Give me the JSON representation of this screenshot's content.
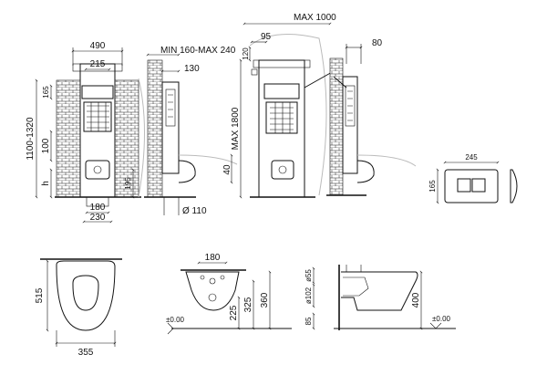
{
  "elevation_1": {
    "width_total": "490",
    "width_inner": "215",
    "height_range": "1100-1320",
    "h1": "165",
    "h2": "100",
    "h3": "h",
    "w_bottom1": "180",
    "w_bottom2": "230"
  },
  "section_1": {
    "depth_range": "MIN 160-MAX 240",
    "depth2": "130",
    "depth3": "40",
    "height": "195",
    "pipe": "Ø 110"
  },
  "elevation_2": {
    "max_width": "MAX 1000",
    "w1": "95",
    "w2": "120",
    "max_height": "MAX 1800"
  },
  "section_2": {
    "depth": "80"
  },
  "flush_plate": {
    "width": "245",
    "height": "165"
  },
  "bowl_plan": {
    "length": "515",
    "width": "355"
  },
  "bowl_front": {
    "width": "180",
    "h1": "225",
    "h2": "325",
    "h3": "360",
    "level": "±0.00"
  },
  "bowl_side": {
    "d1": "ø55",
    "d2": "ø102",
    "d3": "85",
    "height": "400",
    "level": "±0.00"
  }
}
